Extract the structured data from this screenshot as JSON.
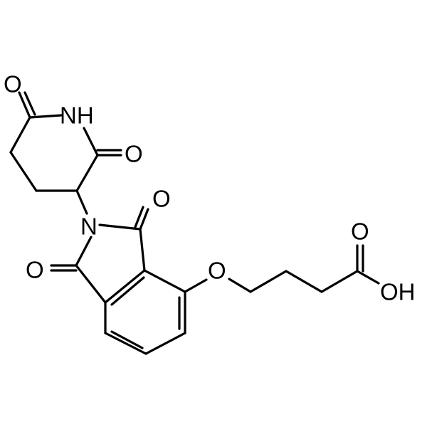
{
  "molecule": {
    "atoms": {
      "o_glut_top": "O",
      "nh_glut": "NH",
      "o_glut_right": "O",
      "o_phth_top": "O",
      "n_phth": "N",
      "o_phth_left": "O",
      "o_ether": "O",
      "o_acid_carbonyl": "O",
      "oh_acid": "OH"
    }
  },
  "colors": {
    "bond": "#000000",
    "label": "#000000",
    "background": "#ffffff"
  }
}
